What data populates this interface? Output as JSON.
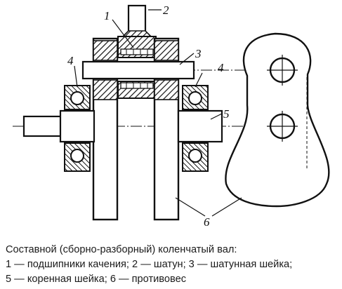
{
  "caption": {
    "title": "Составной (сборно-разборный) коленчатый вал:",
    "line1": "1 — подшипники качения; 2 — шатун; 3 — шатунная шейка;",
    "line2": "5 — коренная шейка; 6 — противовес"
  },
  "callouts": {
    "c1": "1",
    "c2": "2",
    "c3": "3",
    "c4_left": "4",
    "c4_right": "4",
    "c5": "5",
    "c6": "6"
  },
  "colors": {
    "ink": "#111111",
    "background": "#ffffff"
  }
}
